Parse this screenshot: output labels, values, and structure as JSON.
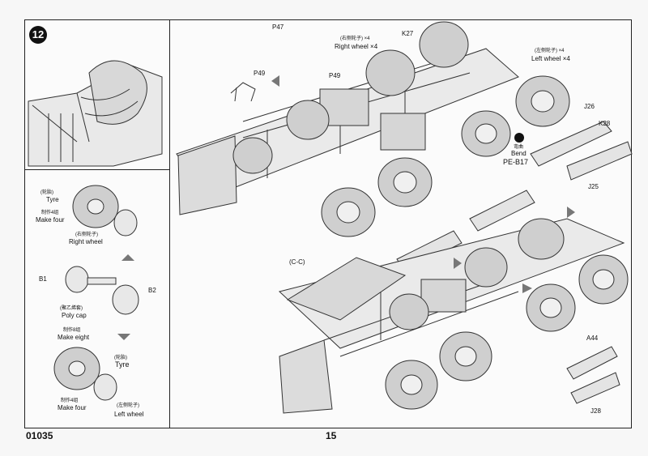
{
  "step_number": "12",
  "top_labels": {
    "p47": "P47",
    "p49_left": "P49",
    "p49_right": "P49",
    "k27": "K27",
    "right_wheel_cn": "(右侧轮子) ×4",
    "right_wheel_en": "Right wheel ×4",
    "left_wheel_cn": "(左侧轮子) ×4",
    "left_wheel_en": "Left wheel ×4",
    "j26": "J26",
    "k28": "K28",
    "bend_cn": "弯曲",
    "bend_en": "Bend",
    "pe_b17": "PE-B17",
    "j25": "J25",
    "cc": "(C-C)",
    "a44": "A44",
    "j28": "J28"
  },
  "side_panel": {
    "tyre1_cn": "(轮胎)",
    "tyre1_en": "Tyre",
    "make_four1_cn": "制作4组",
    "make_four1_en": "Make four",
    "right_wheel_cn": "(右侧轮子)",
    "right_wheel_en": "Right wheel",
    "b1": "B1",
    "b2": "B2",
    "poly_cap_cn": "(聚乙烯套)",
    "poly_cap_en": "Poly cap",
    "make_eight_cn": "制作8组",
    "make_eight_en": "Make eight",
    "tyre2_cn": "(轮胎)",
    "tyre2_en": "Tyre",
    "make_four2_cn": "制作4组",
    "make_four2_en": "Make four",
    "left_wheel_cn": "(左侧轮子)",
    "left_wheel_en": "Left wheel"
  },
  "footer": {
    "code": "01035",
    "page_number": "15"
  }
}
